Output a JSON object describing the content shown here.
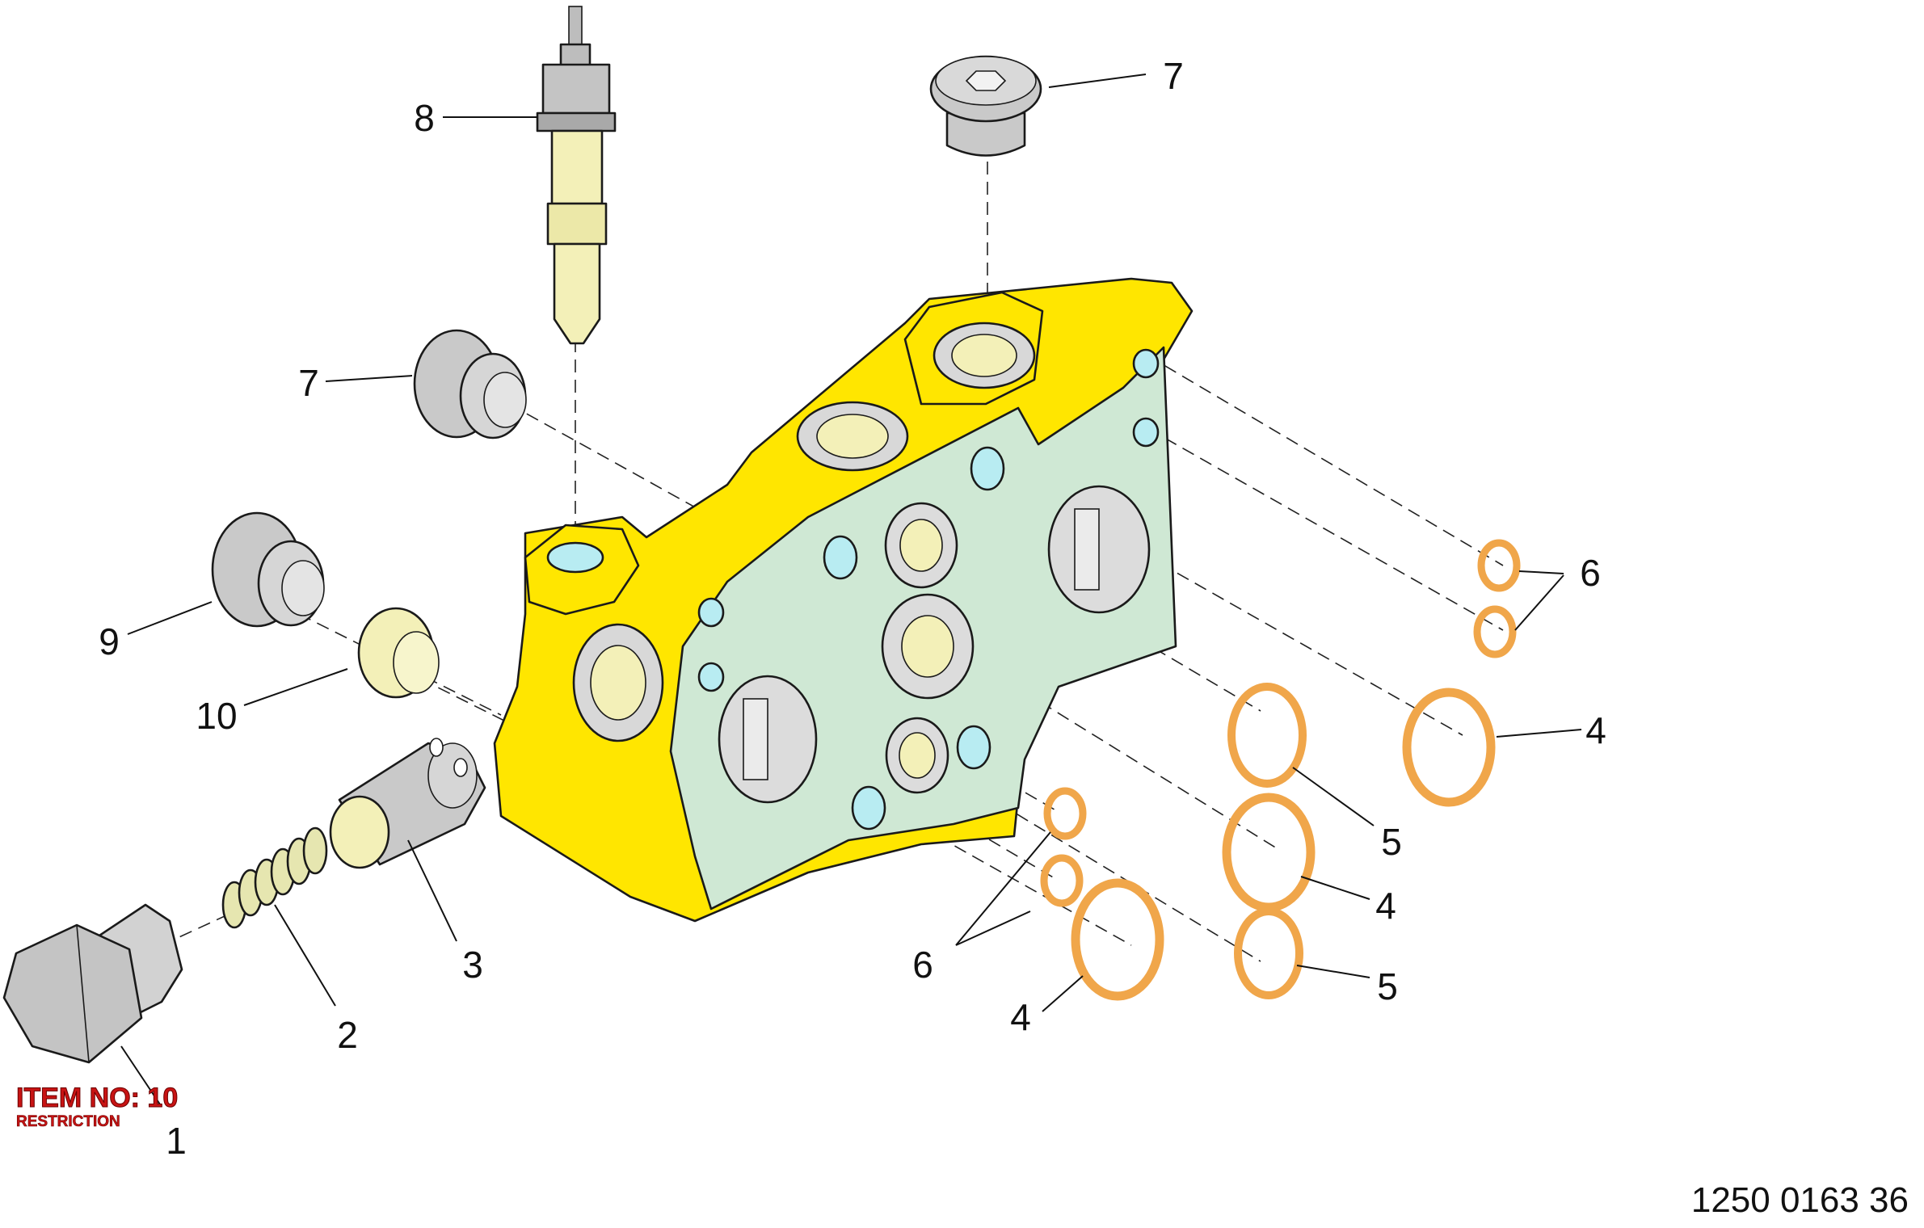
{
  "drawing_number": "1250 0163 36",
  "stamp": {
    "title": "ITEM NO: 10",
    "subtitle": "RESTRICTION"
  },
  "colors": {
    "body_yellow": "#ffe600",
    "face_green": "#cfe8d4",
    "seal_orange": "#f0a64a",
    "metal_grey": "#c9c9c9",
    "thread_cream": "#f3f0b8",
    "port_blue": "#b8ecf2",
    "stamp_red": "#c81414"
  },
  "callouts": {
    "c1": "1",
    "c2": "2",
    "c3": "3",
    "c4a": "4",
    "c4b": "4",
    "c4c": "4",
    "c5a": "5",
    "c5b": "5",
    "c6a": "6",
    "c6b": "6",
    "c7a": "7",
    "c7b": "7",
    "c8": "8",
    "c9": "9",
    "c10": "10"
  }
}
